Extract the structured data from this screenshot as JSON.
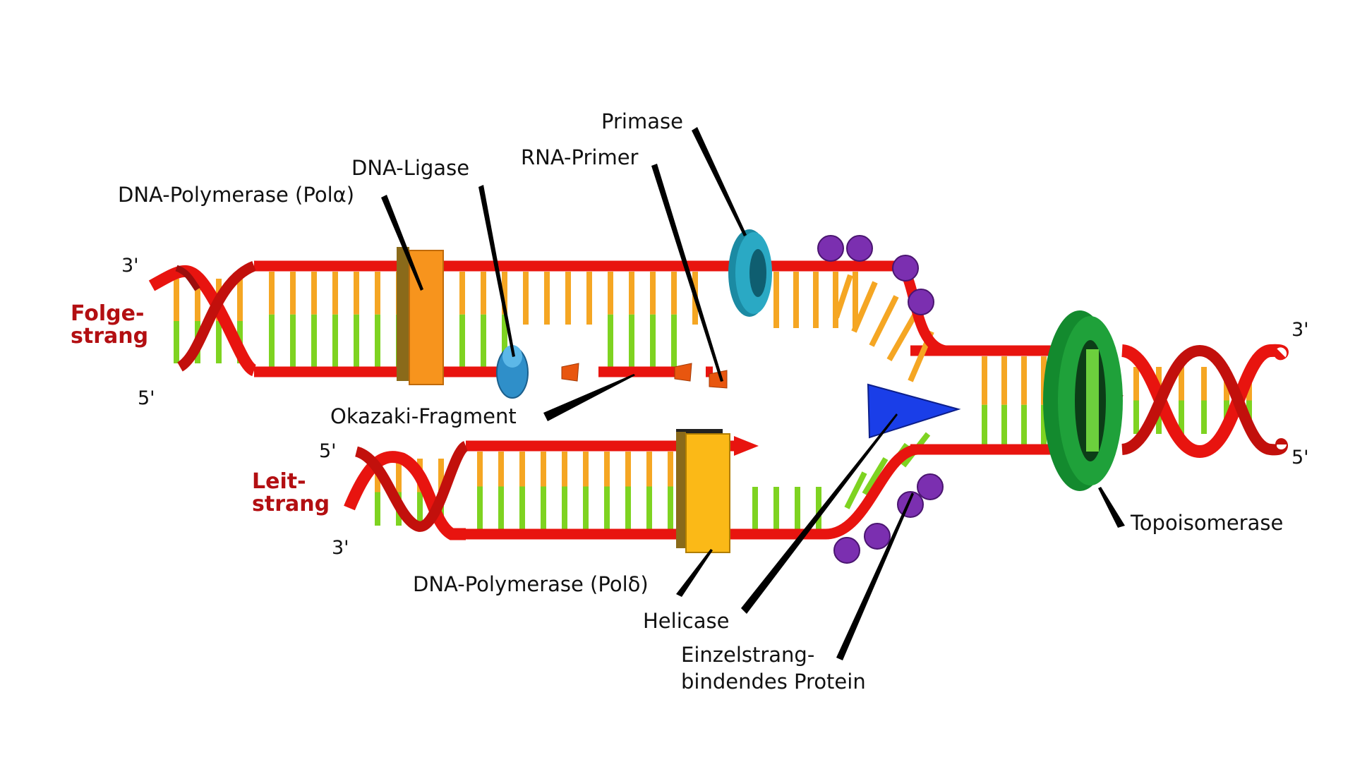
{
  "labels": {
    "primase": "Primase",
    "rna_primer": "RNA-Primer",
    "dna_ligase": "DNA-Ligase",
    "pol_alpha": "DNA-Polymerase (Polα)",
    "okazaki": "Okazaki-Fragment",
    "pol_delta": "DNA-Polymerase (Polδ)",
    "helicase": "Helicase",
    "ssb_line1": "Einzelstrang-",
    "ssb_line2": "bindendes Protein",
    "topoisomerase": "Topoisomerase"
  },
  "strands": {
    "lagging_line1": "Folge-",
    "lagging_line2": "strang",
    "leading_line1": "Leit-",
    "leading_line2": "strang"
  },
  "ends": {
    "lagging_top": "3'",
    "lagging_bottom": "5'",
    "leading_top": "5'",
    "leading_bottom": "3'",
    "parent_top": "3'",
    "parent_bottom": "5'"
  },
  "colors": {
    "backbone": "#e8140f",
    "backbone_dark": "#9b0e0e",
    "base_orange": "#f5a623",
    "base_green": "#7ed321",
    "pol_alpha": "#f7941d",
    "pol_delta": "#fbb917",
    "primase": "#2aa9c4",
    "ligase": "#2f8fc9",
    "helicase": "#1a3ee8",
    "ssb": "#7b2fb0",
    "topoisomerase": "#1fa13a",
    "primer": "#e8560f",
    "strand_label": "#b30f12"
  }
}
